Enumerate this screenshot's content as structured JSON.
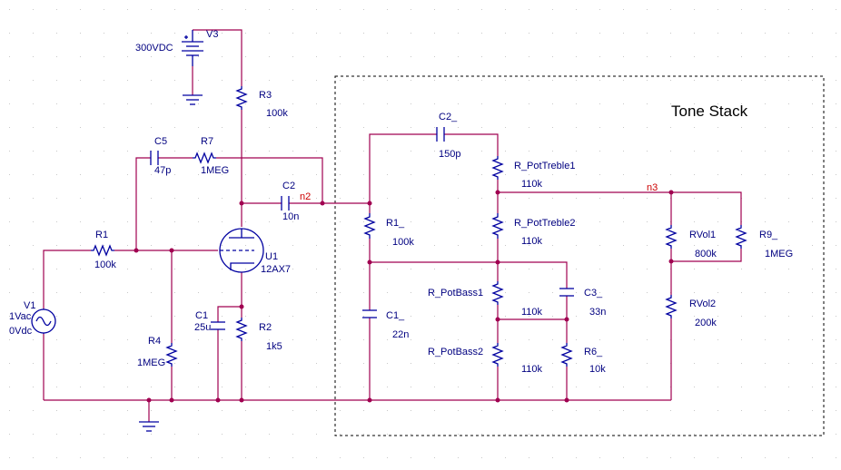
{
  "title": "Tone Stack",
  "labels": {
    "v3_name": "V3",
    "v3_value": "300VDC",
    "r3_name": "R3",
    "r3_value": "100k",
    "c5_name": "C5",
    "c5_value": "47p",
    "r7_name": "R7",
    "r7_value": "1MEG",
    "c2_name": "C2",
    "c2_value": "10n",
    "n2": "n2",
    "r1_name": "R1",
    "r1_value": "100k",
    "u1_name": "U1",
    "u1_value": "12AX7",
    "v1_name": "V1",
    "v1_ac": "1Vac",
    "v1_dc": "0Vdc",
    "r4_name": "R4",
    "r4_value": "1MEG",
    "c1_name": "C1",
    "c1_value": "25u",
    "r2_name": "R2",
    "r2_value": "1k5",
    "c2b_name": "C2_",
    "c2b_value": "150p",
    "rpt1_name": "R_PotTreble1",
    "rpt1_value": "110k",
    "rpt2_name": "R_PotTreble2",
    "rpt2_value": "110k",
    "n3": "n3",
    "r1b_name": "R1_",
    "r1b_value": "100k",
    "c1b_name": "C1_",
    "c1b_value": "22n",
    "rpb1_name": "R_PotBass1",
    "rpb1_value": "110k",
    "rpb2_name": "R_PotBass2",
    "rpb2_value": "110k",
    "c3_name": "C3_",
    "c3_value": "33n",
    "r6_name": "R6_",
    "r6_value": "10k",
    "rvol1_name": "RVol1",
    "rvol1_value": "800k",
    "rvol2_name": "RVol2",
    "rvol2_value": "200k",
    "r9_name": "R9_",
    "r9_value": "1MEG"
  },
  "colors": {
    "wire": "#a00050",
    "component": "#0000a0",
    "label": "#000080",
    "node_label": "#cc0000",
    "grid": "#c8c8c8"
  }
}
